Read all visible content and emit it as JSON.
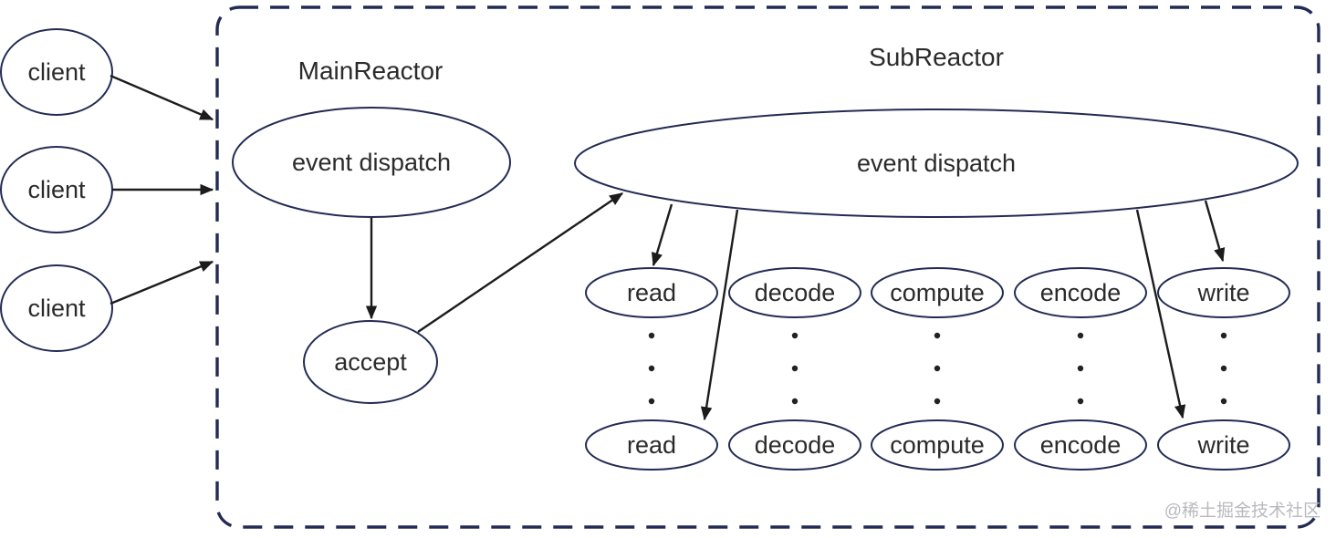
{
  "diagram": {
    "clients": [
      {
        "label": "client"
      },
      {
        "label": "client"
      },
      {
        "label": "client"
      }
    ],
    "main_reactor": {
      "title": "MainReactor",
      "event_dispatch_label": "event dispatch",
      "accept_label": "accept"
    },
    "sub_reactor": {
      "title": "SubReactor",
      "event_dispatch_label": "event dispatch",
      "top_row": [
        "read",
        "decode",
        "compute",
        "encode",
        "write"
      ],
      "bottom_row": [
        "read",
        "decode",
        "compute",
        "encode",
        "write"
      ]
    },
    "watermark": "@稀土掘金技术社区",
    "colors": {
      "node_stroke": "#232b54",
      "boundary": "#232b54",
      "text": "#2b2b2b",
      "arrow": "#1c1c1c",
      "watermark_text": "#b9babe",
      "background": "#ffffff"
    }
  }
}
